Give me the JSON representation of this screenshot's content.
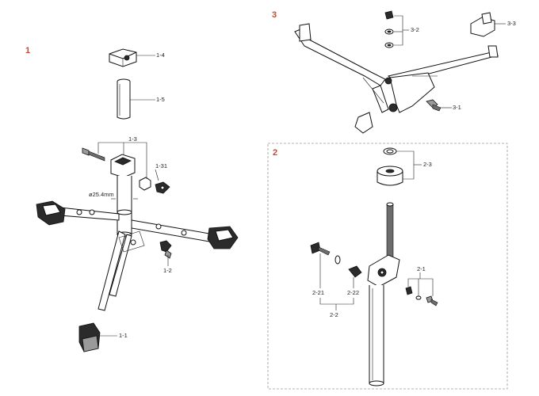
{
  "sections": {
    "s1": {
      "number": "1"
    },
    "s2": {
      "number": "2"
    },
    "s3": {
      "number": "3"
    }
  },
  "callouts": {
    "c1_4": "1-4",
    "c1_5": "1-5",
    "c1_3": "1-3",
    "c1_31": "1-31",
    "c_dia": "ø25.4mm",
    "c1_2": "1-2",
    "c1_1": "1-1",
    "c3_2": "3-2",
    "c3_3": "3-3",
    "c3_1": "3-1",
    "c2_3": "2-3",
    "c2_1": "2-1",
    "c2_21": "2-21",
    "c2_22": "2-22",
    "c2_2": "2-2"
  },
  "colors": {
    "section_number": "#d2462a",
    "dashed_border": "#9a9a9a",
    "line": "#222222"
  }
}
